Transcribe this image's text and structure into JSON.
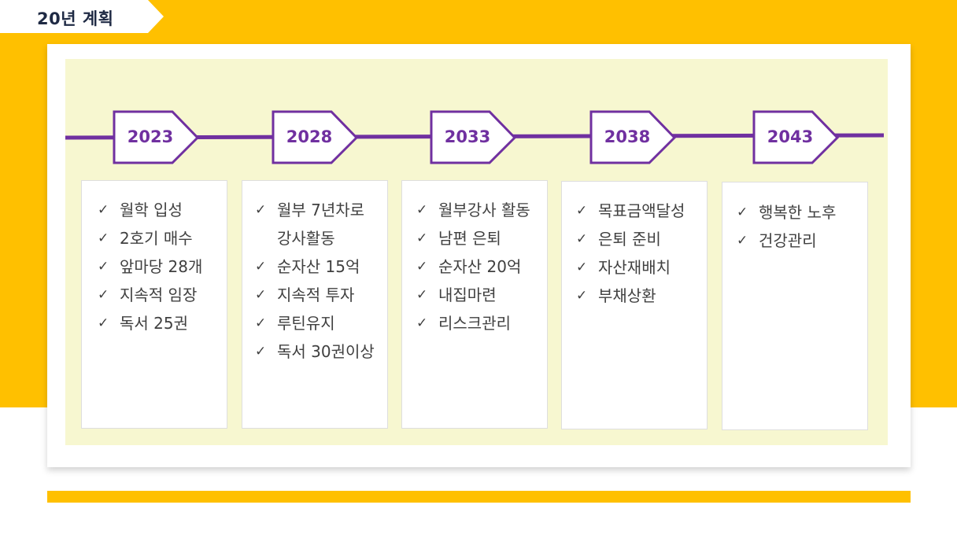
{
  "title": "20년 계획",
  "timeline": [
    {
      "year": "2023",
      "items": [
        [
          "월학 입성"
        ],
        [
          "2호기 매수"
        ],
        [
          "앞마당 28개"
        ],
        [
          "지속적 임장"
        ],
        [
          "독서 25권"
        ]
      ]
    },
    {
      "year": "2028",
      "items": [
        [
          "월부 7년차로",
          "강사활동"
        ],
        [
          "순자산 15억"
        ],
        [
          "지속적 투자"
        ],
        [
          "루틴유지"
        ],
        [
          "독서 30권이상"
        ]
      ]
    },
    {
      "year": "2033",
      "items": [
        [
          "월부강사 활동"
        ],
        [
          "남편 은퇴"
        ],
        [
          "순자산 20억"
        ],
        [
          "내집마련"
        ],
        [
          "리스크관리"
        ]
      ]
    },
    {
      "year": "2038",
      "items": [
        [
          "목표금액달성"
        ],
        [
          "은퇴 준비"
        ],
        [
          "자산재배치"
        ],
        [
          "부채상환"
        ]
      ]
    },
    {
      "year": "2043",
      "items": [
        [
          "행복한 노후"
        ],
        [
          "건강관리"
        ]
      ]
    }
  ],
  "check_glyph": "✓",
  "colors": {
    "accent": "#FFC000",
    "timeline": "#7030A0",
    "panel": "#F7F7D0",
    "text": "#404040"
  }
}
